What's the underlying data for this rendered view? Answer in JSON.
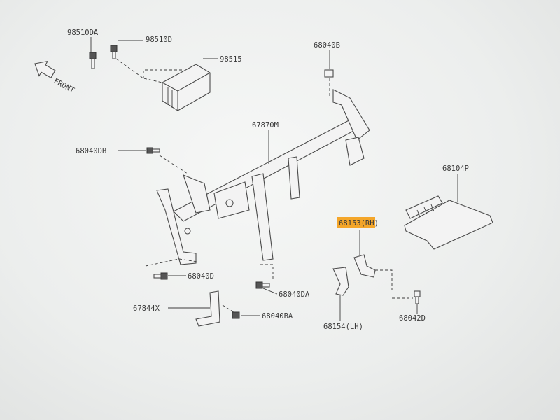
{
  "diagram": {
    "front_label": "FRONT",
    "callouts": [
      {
        "id": "98510DA",
        "text": "98510DA"
      },
      {
        "id": "98510D",
        "text": "98510D"
      },
      {
        "id": "98515",
        "text": "98515"
      },
      {
        "id": "68040B",
        "text": "68040B"
      },
      {
        "id": "67870M",
        "text": "67870M"
      },
      {
        "id": "68040DB",
        "text": "68040DB"
      },
      {
        "id": "68104P",
        "text": "68104P"
      },
      {
        "id": "68153RH",
        "text": "68153(RH)",
        "highlighted": true
      },
      {
        "id": "68040D",
        "text": "68040D"
      },
      {
        "id": "68040DA",
        "text": "68040DA"
      },
      {
        "id": "67844X",
        "text": "67844X"
      },
      {
        "id": "68040BA",
        "text": "68040BA"
      },
      {
        "id": "68154LH",
        "text": "68154(LH)"
      },
      {
        "id": "68042D",
        "text": "68042D"
      }
    ],
    "highlight_color": "#f4a62a"
  }
}
